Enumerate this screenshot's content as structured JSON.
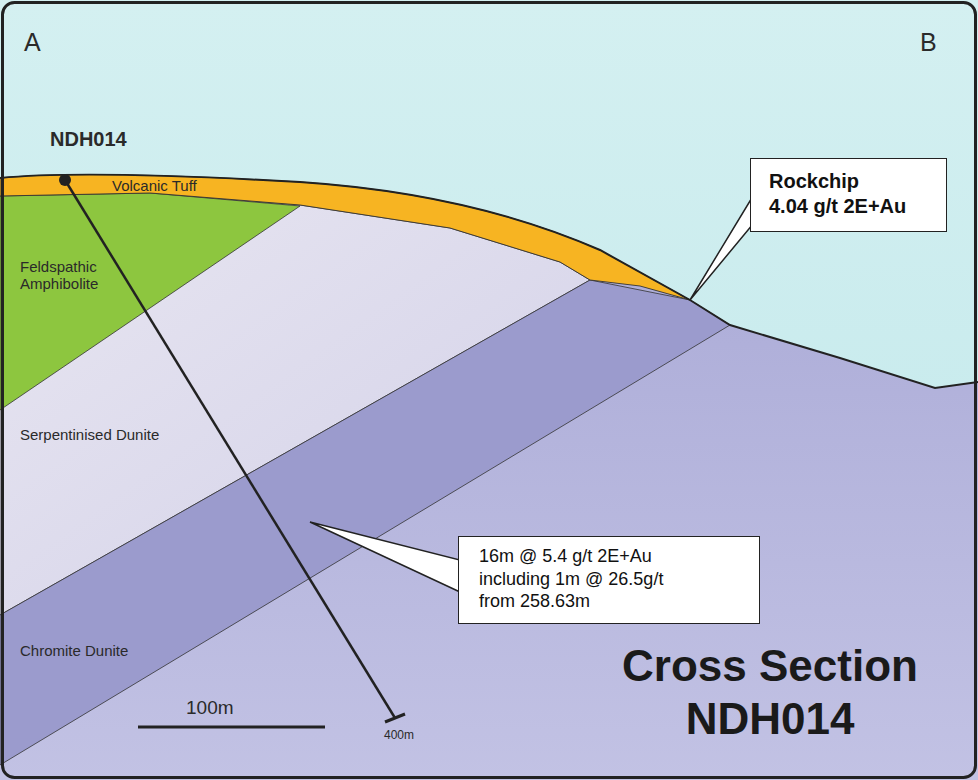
{
  "diagram": {
    "title": "Cross Section NDH014",
    "nodes": [
      {
        "text": [
          "Rockchip 4.04 g/t 2E+Au"
        ]
      },
      {
        "text": [
          "16m @ 5.4 g/t 2E+Au including 1m @ 26.5g/t from 258.63m"
        ]
      }
    ],
    "labels": [
      "A",
      "B",
      "NDH014",
      "Volcanic Tuff",
      "Feldspathic Amphibolite",
      "Serpentinised Dunite",
      "Chromite Dunite",
      "100m",
      "400m"
    ]
  }
}
